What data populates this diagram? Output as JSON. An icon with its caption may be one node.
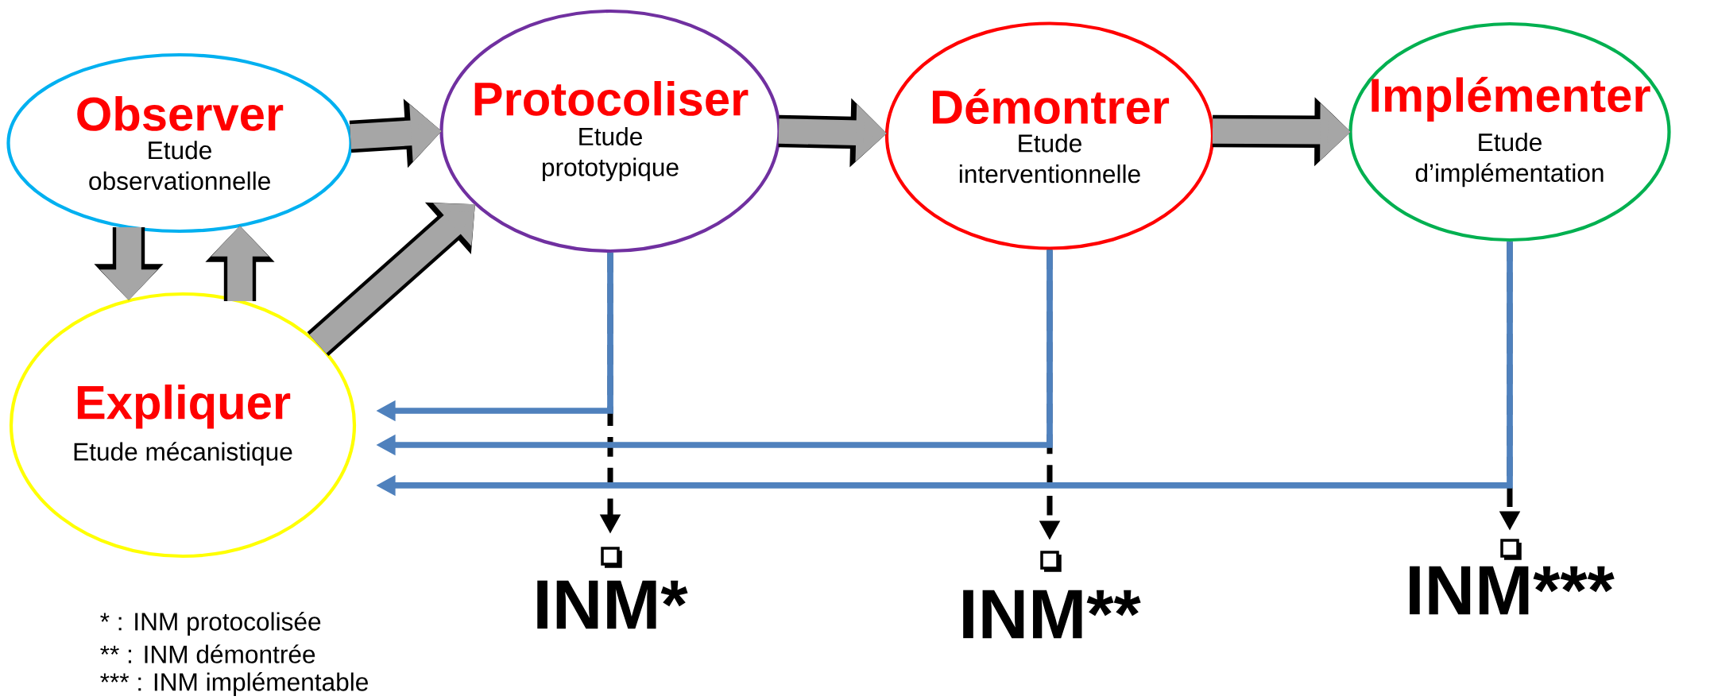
{
  "diagram": {
    "nodes": [
      {
        "text": [
          "Observer",
          "Etude observationnelle"
        ]
      },
      {
        "text": [
          "Protocoliser",
          "Etude prototypique"
        ]
      },
      {
        "text": [
          "Démontrer",
          "Etude interventionnelle"
        ]
      },
      {
        "text": [
          "Implémenter",
          "Etude d’implémentation"
        ]
      },
      {
        "text": [
          "Expliquer",
          "Etude mécanistique"
        ]
      },
      {
        "text": [
          "INM*"
        ]
      },
      {
        "text": [
          "INM**"
        ]
      },
      {
        "text": [
          "INM***"
        ]
      }
    ],
    "edges": [
      {
        "from": 0,
        "to": 1,
        "arrow": "to",
        "style": "thick"
      },
      {
        "from": 1,
        "to": 2,
        "arrow": "to",
        "style": "thick"
      },
      {
        "from": 2,
        "to": 3,
        "arrow": "to",
        "style": "thick"
      },
      {
        "from": 0,
        "to": 4,
        "arrow": "to",
        "style": "thick"
      },
      {
        "from": 4,
        "to": 0,
        "arrow": "to",
        "style": "thick"
      },
      {
        "from": 4,
        "to": 1,
        "arrow": "to",
        "style": "thick"
      },
      {
        "from": 1,
        "to": 4,
        "arrow": "to",
        "color": "#4f81bd"
      },
      {
        "from": 2,
        "to": 4,
        "arrow": "to",
        "color": "#4f81bd"
      },
      {
        "from": 3,
        "to": 4,
        "arrow": "to",
        "color": "#4f81bd"
      },
      {
        "from": 1,
        "to": 5,
        "arrow": "to",
        "style": "dashed",
        "color": "#000000"
      },
      {
        "from": 2,
        "to": 6,
        "arrow": "to",
        "style": "dashed",
        "color": "#000000"
      },
      {
        "from": 3,
        "to": 7,
        "arrow": "to",
        "style": "dashed",
        "color": "#000000"
      }
    ],
    "labels": [
      "* : INM protocolisée",
      "** : INM démontrée",
      "*** : INM implémentable"
    ]
  }
}
